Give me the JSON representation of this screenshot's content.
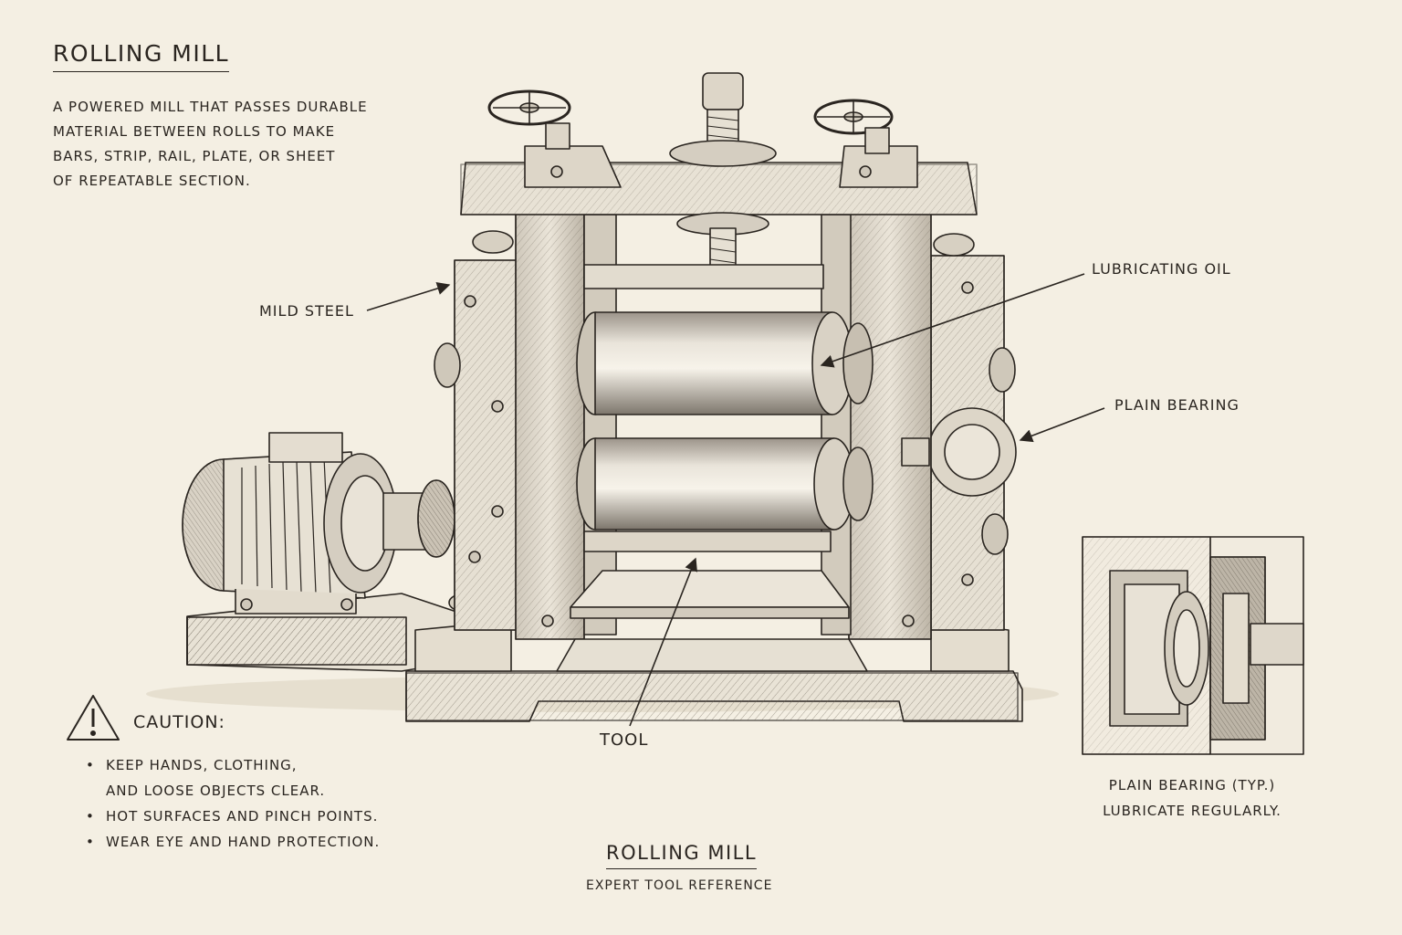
{
  "title": "ROLLING MILL",
  "description": [
    "A POWERED MILL THAT PASSES DURABLE",
    "MATERIAL BETWEEN ROLLS TO MAKE",
    "BARS, STRIP, RAIL, PLATE, OR SHEET",
    "OF REPEATABLE SECTION."
  ],
  "labels": {
    "mild_steel": "MILD STEEL",
    "lubricating_oil": "LUBRICATING OIL",
    "plain_bearing": "PLAIN BEARING",
    "tool": "TOOL"
  },
  "caution": {
    "heading": "CAUTION:",
    "items": [
      {
        "lines": [
          "KEEP HANDS, CLOTHING,",
          "AND LOOSE OBJECTS CLEAR."
        ]
      },
      {
        "lines": [
          "HOT SURFACES AND PINCH POINTS."
        ]
      },
      {
        "lines": [
          "WEAR EYE AND HAND PROTECTION."
        ]
      }
    ]
  },
  "footer": {
    "title": "ROLLING MILL",
    "subtitle": "EXPERT TOOL REFERENCE"
  },
  "inset": {
    "caption": [
      "PLAIN BEARING (TYP.)",
      "LUBRICATE REGULARLY."
    ]
  },
  "colors": {
    "paper": "#f4efe3",
    "ink": "#2a2520"
  }
}
